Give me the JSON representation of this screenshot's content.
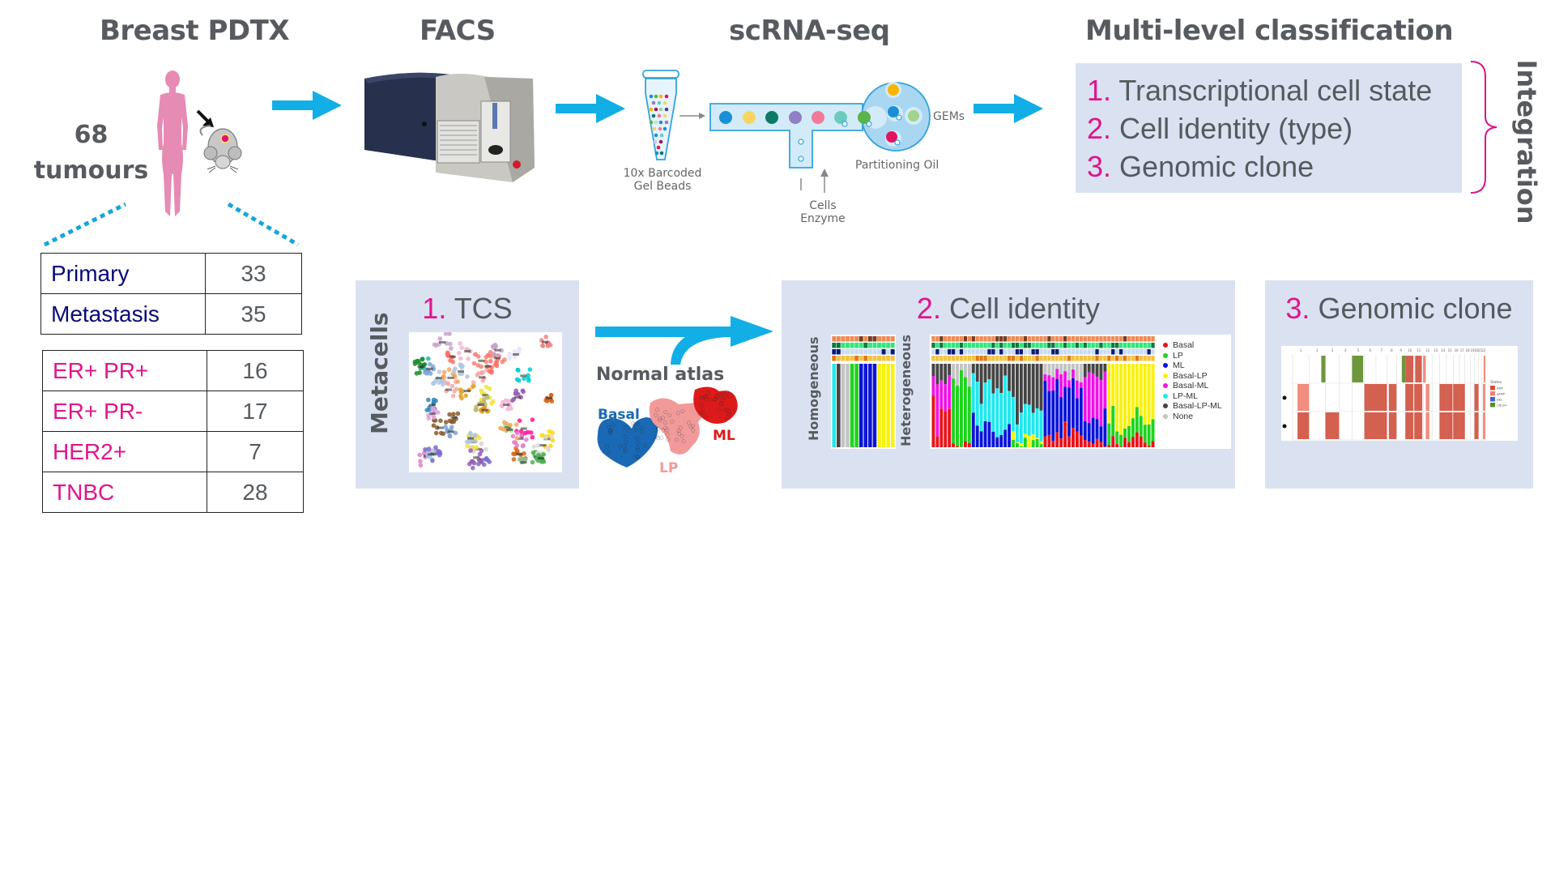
{
  "stages": {
    "pdtx": "Breast PDTX",
    "facs": "FACS",
    "scrnaseq": "scRNA-seq",
    "classification": "Multi-level classification"
  },
  "tumour_count": {
    "number": "68",
    "label": "tumours"
  },
  "origin_table": [
    {
      "label": "Primary",
      "value": "33"
    },
    {
      "label": "Metastasis",
      "value": "35"
    }
  ],
  "subtype_table": [
    {
      "label": "ER+ PR+",
      "value": "16"
    },
    {
      "label": "ER+ PR-",
      "value": "17"
    },
    {
      "label": "HER2+",
      "value": "7"
    },
    {
      "label": "TNBC",
      "value": "28"
    }
  ],
  "scrnaseq_diagram": {
    "beads_label_1": "10x Barcoded",
    "beads_label_2": "Gel Beads",
    "gems_label": "GEMs",
    "oil_label": "Partitioning Oil",
    "cells_label_1": "Cells",
    "cells_label_2": "Enzyme",
    "bead_colors": [
      "#1b8fd6",
      "#f7d560",
      "#0d7a68",
      "#8f7fc4",
      "#f07a98",
      "#6ccbbf",
      "#5ab44a"
    ]
  },
  "classification_levels": [
    {
      "num": "1.",
      "text": "Transcriptional cell state"
    },
    {
      "num": "2.",
      "text": "Cell identity (type)"
    },
    {
      "num": "3.",
      "text": "Genomic clone"
    }
  ],
  "integration_label": "Integration",
  "panels": {
    "tcs": {
      "num": "1.",
      "title": "TCS",
      "side_label": "Metacells"
    },
    "normal_atlas": {
      "title": "Normal atlas",
      "basal": "Basal",
      "lp": "LP",
      "ml": "ML"
    },
    "cell_identity": {
      "num": "2.",
      "title": "Cell identity",
      "homogeneous_label": "Homogeneous",
      "heterogeneous_label": "Heterogeneous",
      "legend": [
        {
          "label": "Basal",
          "color": "#e8141a"
        },
        {
          "label": "LP",
          "color": "#1fd31f"
        },
        {
          "label": "ML",
          "color": "#0a14d6"
        },
        {
          "label": "Basal-LP",
          "color": "#f9f20c"
        },
        {
          "label": "Basal-ML",
          "color": "#ef14e6"
        },
        {
          "label": "LP-ML",
          "color": "#1ee8ee"
        },
        {
          "label": "Basal-LP-ML",
          "color": "#454545"
        },
        {
          "label": "None",
          "color": "#c4c4c4"
        }
      ]
    },
    "genomic_clone": {
      "num": "3.",
      "title": "Genomic clone",
      "chromosomes": [
        "1",
        "2",
        "3",
        "4",
        "5",
        "6",
        "7",
        "8",
        "9",
        "10",
        "11",
        "12",
        "13",
        "14",
        "15",
        "16",
        "17",
        "18",
        "19",
        "20",
        "21",
        "22"
      ],
      "legend_title": "States",
      "legend": [
        {
          "label": "AMP",
          "color": "#cf4f3c"
        },
        {
          "label": "gAMP",
          "color": "#f08070"
        },
        {
          "label": "DEL",
          "color": "#3f62d6"
        },
        {
          "label": "CNLoH",
          "color": "#5e8c27"
        }
      ]
    }
  },
  "colors": {
    "accent_pink": "#e0148c",
    "arrow_blue": "#12aee6",
    "panel_bg": "#dae2f2",
    "text_gray": "#575b60",
    "navy": "#0a0a78"
  }
}
